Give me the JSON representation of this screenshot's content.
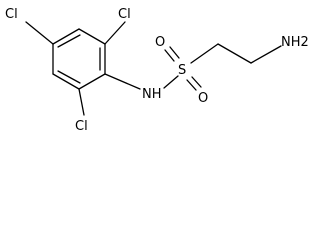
{
  "molecule": {
    "atoms": {
      "cl_left": "Cl",
      "cl_top": "Cl",
      "cl_bottom": "Cl",
      "nh": "NH",
      "s": "S",
      "o_top": "O",
      "o_bottom": "O",
      "nh2": "NH2"
    }
  }
}
